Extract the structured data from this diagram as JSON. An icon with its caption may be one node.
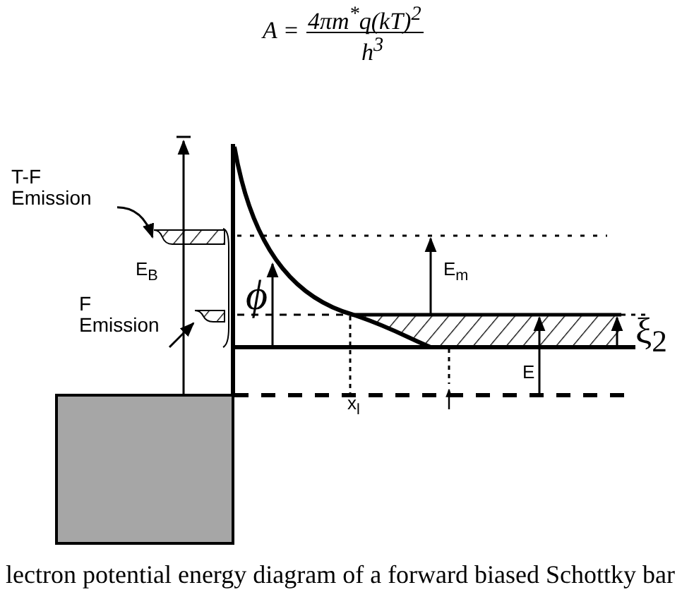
{
  "diagram": {
    "caption": "lectron potential energy diagram of a forward biased Schottky bar",
    "nodes": [
      {
        "text": [
          "T-F Emission"
        ]
      },
      {
        "text": [],
        "shape": "box"
      },
      {
        "text": [
          "F Emission"
        ]
      },
      {
        "text": [],
        "shape": "box"
      }
    ],
    "edges": [
      {
        "from": 0,
        "to": 1,
        "arrow": "to"
      },
      {
        "from": 2,
        "to": 3,
        "arrow": "to"
      }
    ],
    "labels": [
      "A =",
      "4πm$^{*}$q(kT)$^{2}$",
      "h$^{3}$",
      "E$_{m}$",
      "ϕ",
      "ξ$_{2}$",
      "E$_{B}$",
      "E",
      "x$_{l}$"
    ]
  }
}
